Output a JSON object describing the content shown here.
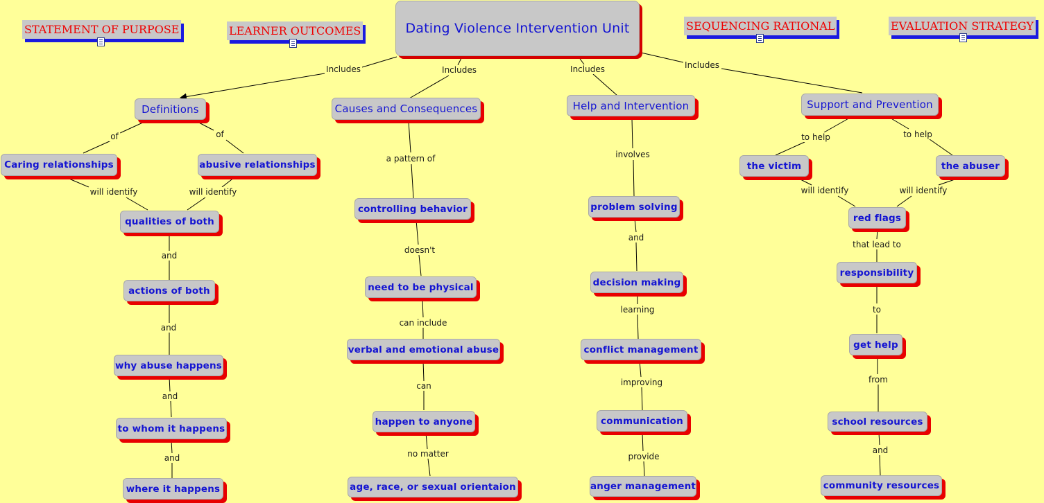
{
  "header_links": {
    "purpose": "STATEMENT OF  PURPOSE",
    "outcomes": "LEARNER OUTCOMES",
    "sequencing": "SEQUENCING RATIONAL",
    "evaluation": "EVALUATION STRATEGY"
  },
  "title": "Dating Violence Intervention Unit",
  "nodes": {
    "definitions": "Definitions",
    "causes": "Causes and Consequences",
    "help": "Help and Intervention",
    "support": "Support and Prevention",
    "caring": "Caring relationships",
    "abusive": "abusive relationships",
    "qualities": "qualities of both",
    "actions": "actions of both",
    "why": "why abuse happens",
    "whom": "to whom it happens",
    "where": "where it happens",
    "controlling": "controlling behavior",
    "physical": "need to be physical",
    "verbal": "verbal and emotional abuse",
    "anyone": "happen to anyone",
    "age": "age, race, or sexual orientaion",
    "problem": "problem solving",
    "decision": "decision making",
    "conflict": "conflict management",
    "communication": "communication",
    "anger": "anger management",
    "victim": "the victim",
    "abuser": "the abuser",
    "redflags": "red flags",
    "responsibility": "responsibility",
    "gethelp": "get help",
    "school": "school resources",
    "community": "community resources"
  },
  "link_labels": {
    "includes": "Includes",
    "of": "of",
    "will_identify": "will identify",
    "and": "and",
    "pattern_of": "a pattern of",
    "doesnt": "doesn't",
    "can_include": "can include",
    "can": "can",
    "no_matter": "no matter",
    "involves": "involves",
    "learning": "learning",
    "improving": "improving",
    "provide": "provide",
    "to_help": "to help",
    "that_lead_to": "that lead to",
    "to": "to",
    "from": "from"
  },
  "colors": {
    "background": "#ffff99",
    "node_fill": "#c8c8c8",
    "node_text": "#1414d2",
    "node_shadow": "#e80000",
    "header_text": "#ee0000",
    "header_shadow": "#1a1ae0"
  }
}
